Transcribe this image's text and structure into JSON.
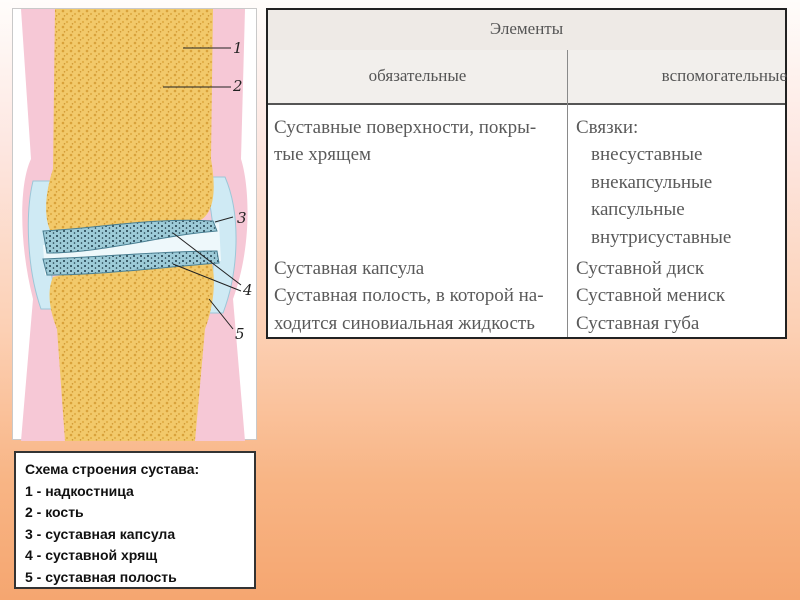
{
  "diagram": {
    "labels": [
      "1",
      "2",
      "3",
      "4",
      "5"
    ]
  },
  "table": {
    "header": "Элементы",
    "col1_header": "обязательные",
    "col2_header": "вспомогательные",
    "col1_rows": [
      "Суставные поверхности, покры-",
      "тые хрящем",
      "Суставная капсула",
      "Суставная полость, в которой на-",
      "ходится синовиальная жидкость"
    ],
    "col2_rows": [
      "Связки:",
      "внесуставные",
      "внекапсульные",
      "капсульные",
      "внутрисуставные",
      "Суставной диск",
      "Суставной мениск",
      "Суставная губа"
    ]
  },
  "legend": {
    "title": "Схема строения сустава:",
    "items": [
      "1 - надкостница",
      "2 - кость",
      "3 - суставная капсула",
      "4 - суставной хрящ",
      "5 - суставная полость"
    ]
  },
  "colors": {
    "bone": "#f2c96a",
    "periosteum": "#f6c8d6",
    "capsule": "#cfeaf4",
    "cartilage": "#9dcbd8"
  }
}
